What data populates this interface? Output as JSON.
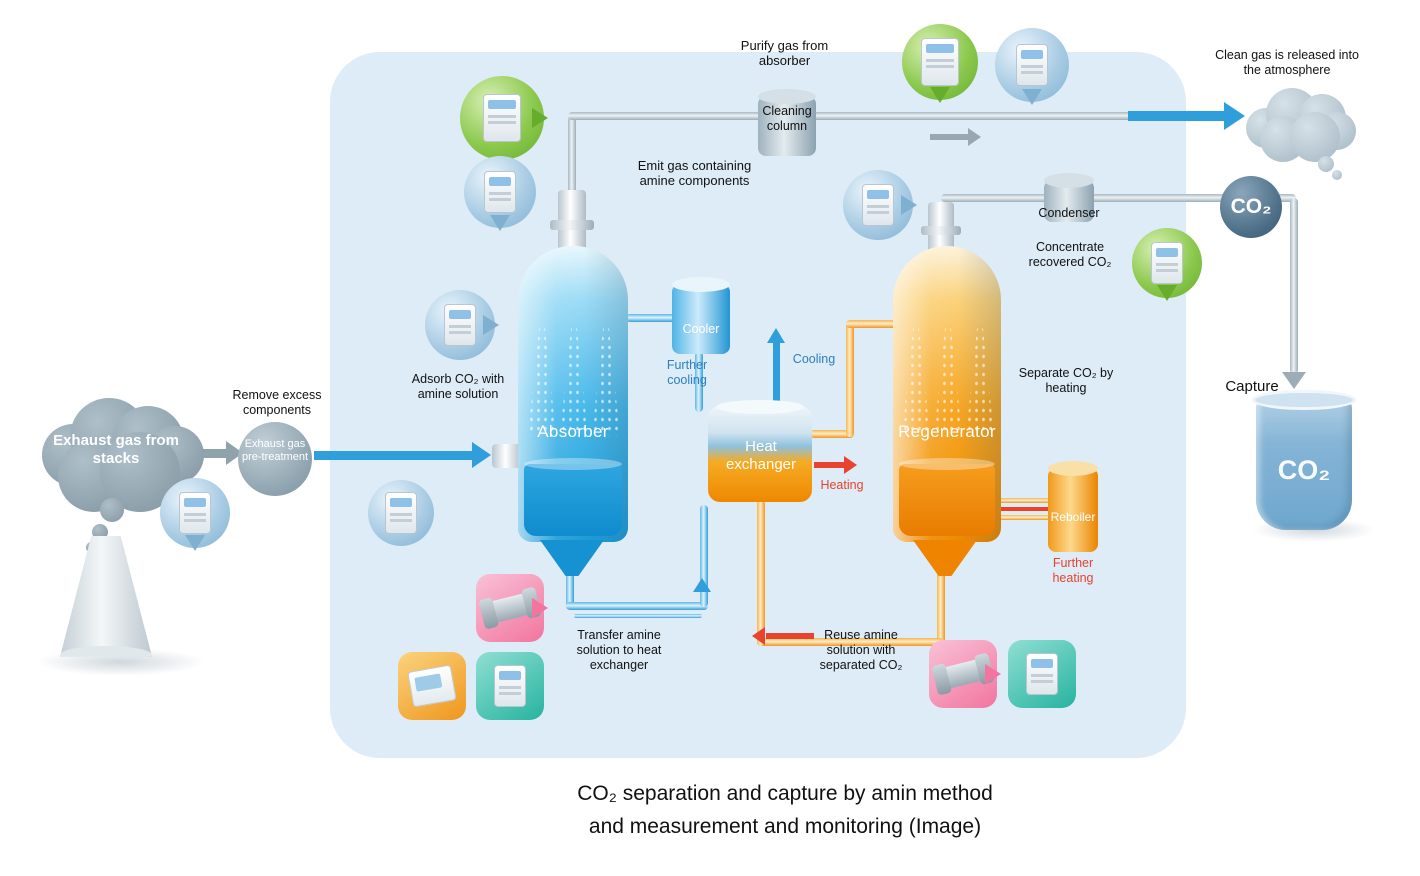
{
  "colors": {
    "panel": "#ddecf6",
    "flow_blue": "#2f9fdc",
    "flow_orange": "#f0961c",
    "flow_red": "#e8432e",
    "flow_gray": "#9cadb8",
    "monitor_green": "#7cc142",
    "monitor_blue": "#7fb0d2",
    "monitor_pink": "#f2749f",
    "monitor_teal": "#27b3a0"
  },
  "title": {
    "line1": "CO₂ separation and capture by amin method",
    "line2": "and measurement and monitoring (Image)"
  },
  "equipment": {
    "absorber": "Absorber",
    "regenerator": "Regenerator",
    "cooler": "Cooler",
    "reboiler": "Reboiler",
    "heat_exchanger": "Heat exchanger",
    "cleaning_column": "Cleaning column",
    "condenser": "Condenser",
    "pretreatment": "Exhaust gas pre-treatment",
    "co2_product": "CO₂",
    "co2_captured": "CO₂"
  },
  "labels": {
    "purify": "Purify gas from absorber",
    "clean_gas": "Clean gas is released into the atmosphere",
    "emit_gas": "Emit gas containing amine components",
    "remove_excess": "Remove excess components",
    "exhaust_stacks": "Exhaust gas from stacks",
    "adsorb": "Adsorb CO₂ with amine solution",
    "further_cooling": "Further cooling",
    "cooling": "Cooling",
    "heating": "Heating",
    "separate": "Separate CO₂ by heating",
    "concentrate": "Concentrate recovered CO₂",
    "capture": "Capture",
    "further_heating": "Further heating",
    "transfer": "Transfer amine solution to heat exchanger",
    "reuse": "Reuse amine solution with separated CO₂"
  },
  "icons": {
    "monitor_green": "gas-analyzer",
    "monitor_blue": "gas-analyzer",
    "valve_pink": "flow-valve",
    "meter_teal": "gas-meter",
    "recorder_orange": "data-recorder"
  }
}
